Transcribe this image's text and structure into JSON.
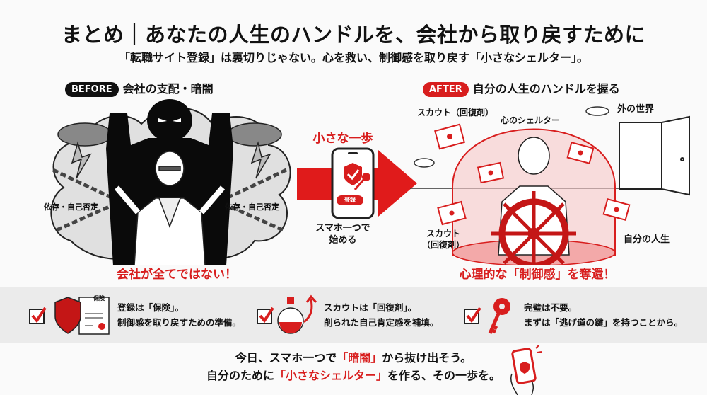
{
  "header": {
    "title": "まとめ｜あなたの人生のハンドルを、会社から取り戻すために",
    "subtitle": "「転職サイト登録」は裏切りじゃない。心を救い、制御感を取り戻す「小さなシェルター」。"
  },
  "before": {
    "badge": "BEFORE",
    "heading": "会社の支配・暗闇",
    "chain_label_left": "依存・自己否定",
    "chain_label_right": "依存・自己否定",
    "caption": "会社が全てではない！"
  },
  "middle": {
    "heading": "小さな一歩",
    "phone_button": "登録",
    "caption_line1": "スマホ一つで",
    "caption_line2": "始める"
  },
  "after": {
    "badge": "AFTER",
    "heading": "自分の人生のハンドルを握る",
    "label_scout_top": "スカウト（回復剤）",
    "label_shelter": "心のシェルター",
    "label_outside": "外の世界",
    "label_scout_bottom_1": "スカウト",
    "label_scout_bottom_2": "（回復剤）",
    "label_life": "自分の人生",
    "caption": "心理的な「制御感」を奪還！"
  },
  "checklist": [
    {
      "icon": "shield-insurance-icon",
      "doc_label": "保険",
      "line1": "登録は「保険」。",
      "line2": "制御感を取り戻すための準備。"
    },
    {
      "icon": "potion-icon",
      "line1": "スカウトは「回復剤」。",
      "line2": "削られた自己肯定感を補填。"
    },
    {
      "icon": "key-icon",
      "line1": "完璧は不要。",
      "line2": "まずは「逃げ道の鍵」を持つことから。"
    }
  ],
  "cta": {
    "l1_a": "今日、スマホ一つで",
    "l1_b": "「暗闇」",
    "l1_c": "から抜け出そう。",
    "l2_a": "自分のために",
    "l2_b": "「小さなシェルター」",
    "l2_c": "を作る、その一歩を。"
  },
  "colors": {
    "accent": "#d81e1e",
    "dark": "#111111",
    "band": "#ebebeb"
  }
}
